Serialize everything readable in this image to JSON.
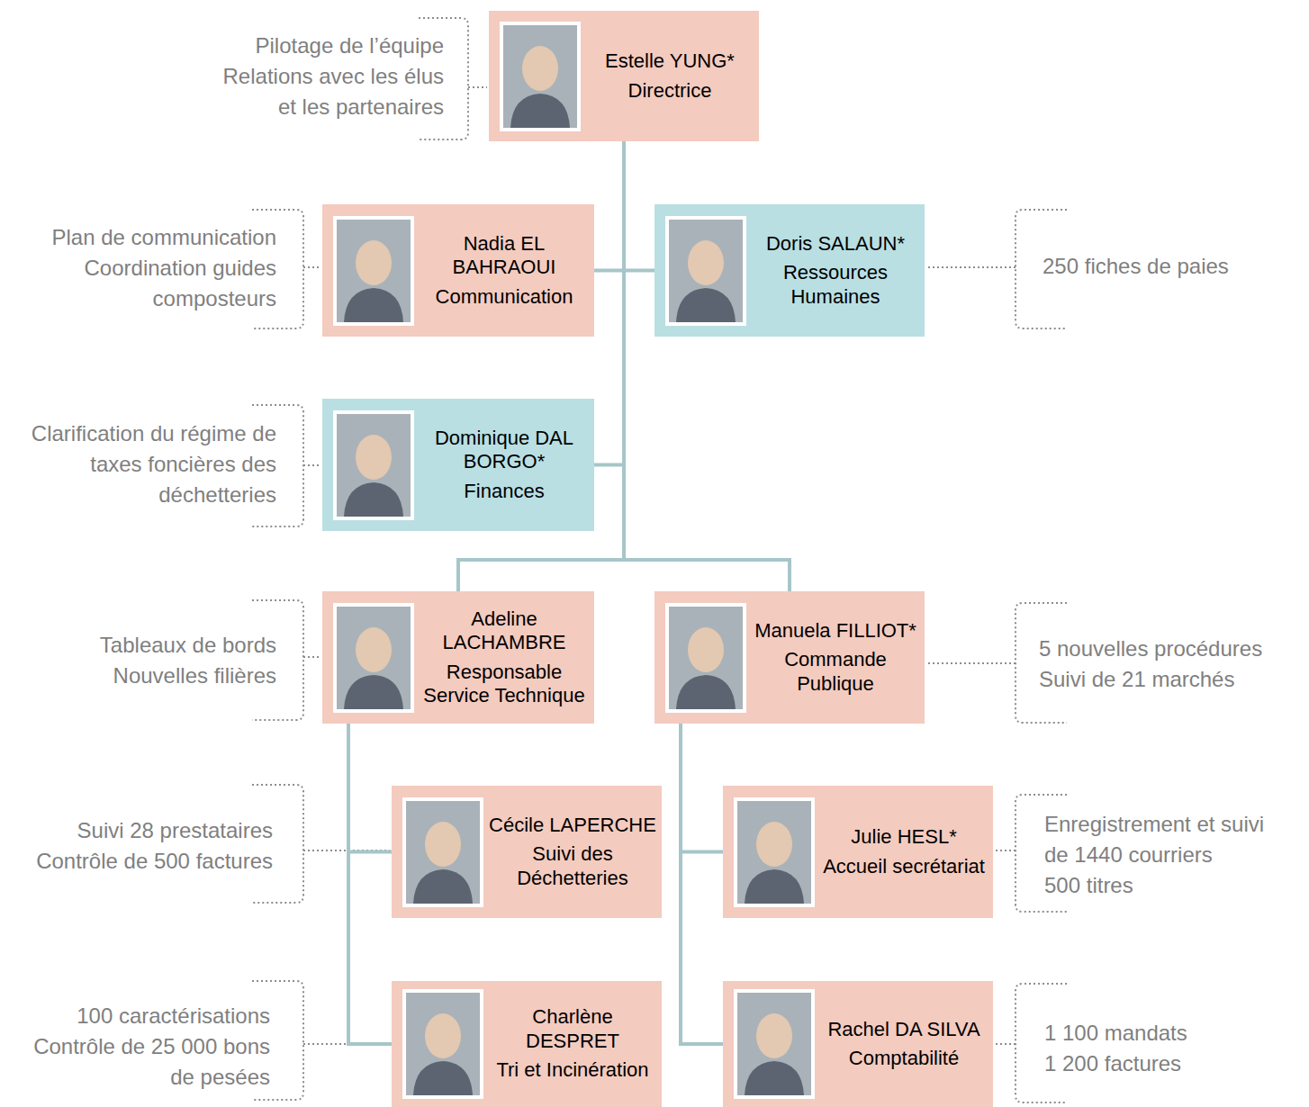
{
  "diagram": {
    "nodes": [
      {
        "text": [
          "Estelle YUNG*",
          "Directrice"
        ]
      },
      {
        "text": [
          "Nadia EL BAHRAOUI",
          "Communication"
        ]
      },
      {
        "text": [
          "Doris SALAUN*",
          "Ressources Humaines"
        ]
      },
      {
        "text": [
          "Dominique DAL BORGO*",
          "Finances"
        ]
      },
      {
        "text": [
          "Adeline LACHAMBRE",
          "Responsable Service Technique"
        ]
      },
      {
        "text": [
          "Manuela FILLIOT*",
          "Commande Publique"
        ]
      },
      {
        "text": [
          "Cécile LAPERCHE",
          "Suivi des Déchetteries"
        ]
      },
      {
        "text": [
          "Julie HESL*",
          "Accueil secrétariat"
        ]
      },
      {
        "text": [
          "Charlène DESPRET",
          "Tri et Incinération"
        ]
      },
      {
        "text": [
          "Rachel DA SILVA",
          "Comptabilité"
        ]
      }
    ],
    "edges": [
      {
        "from": 0,
        "to": 1,
        "arrow": "none"
      },
      {
        "from": 0,
        "to": 2,
        "arrow": "none"
      },
      {
        "from": 0,
        "to": 3,
        "arrow": "none"
      },
      {
        "from": 0,
        "to": 4,
        "arrow": "none"
      },
      {
        "from": 0,
        "to": 5,
        "arrow": "none"
      },
      {
        "from": 4,
        "to": 6,
        "arrow": "none"
      },
      {
        "from": 4,
        "to": 8,
        "arrow": "none"
      },
      {
        "from": 5,
        "to": 7,
        "arrow": "none"
      },
      {
        "from": 5,
        "to": 9,
        "arrow": "none"
      }
    ],
    "labels": [
      "Pilotage de l’équipe",
      "Relations avec les élus et les partenaires",
      "Plan de communication",
      "Coordination guides composteurs",
      "250 fiches de paies",
      "Clarification du régime de taxes foncières des déchetteries",
      "Tableaux de bords",
      "Nouvelles filières",
      "5 nouvelles procédures",
      "Suivi de 21 marchés",
      "Suivi 28 prestataires",
      "Contrôle de 500 factures",
      "Enregistrement et suivi de 1440 courriers",
      "500 titres",
      "100 caractérisations",
      "Contrôle de 25 000 bons de pesées",
      "1 100 mandats",
      "1 200 factures"
    ]
  }
}
